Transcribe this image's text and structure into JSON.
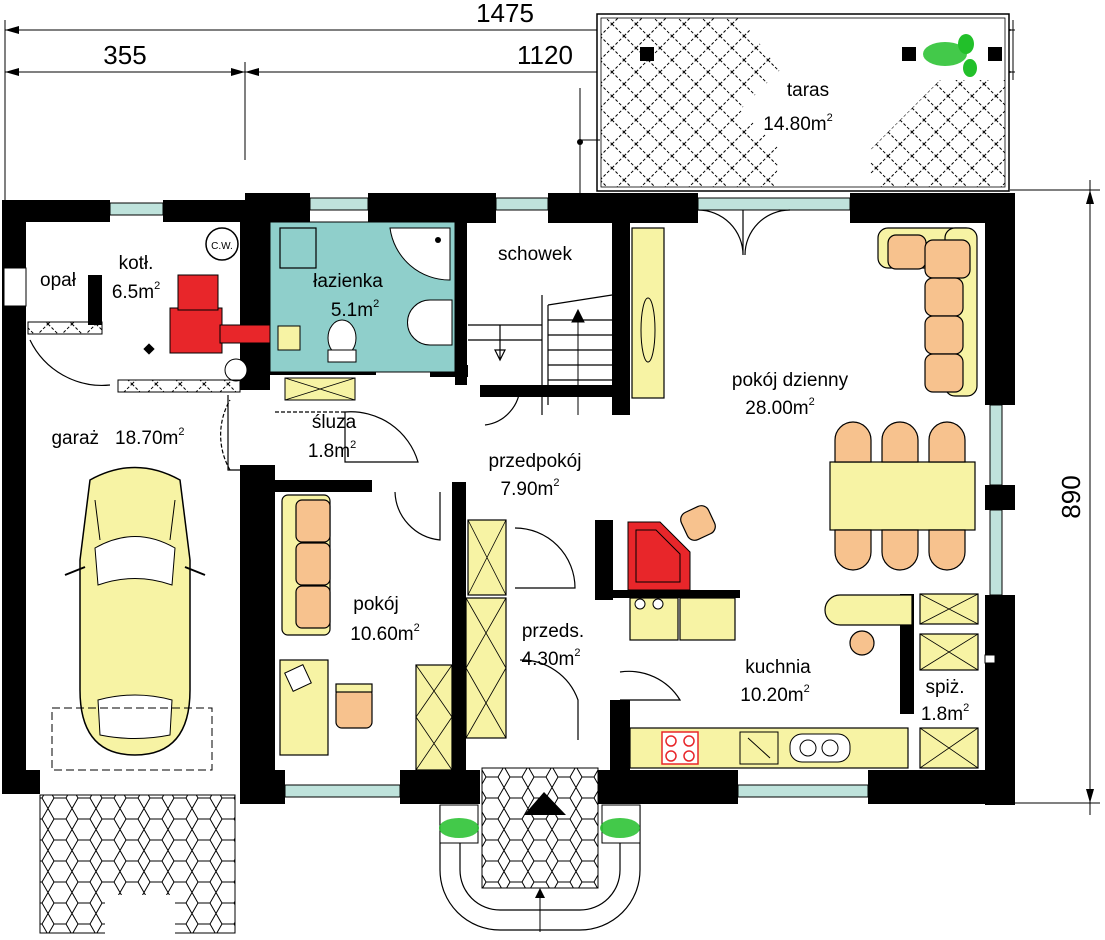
{
  "dimensions": {
    "total": "1475",
    "left": "355",
    "right": "1120",
    "height": "890"
  },
  "rooms": {
    "taras": {
      "name": "taras",
      "area": "14.80m",
      "sup": "2"
    },
    "kotl": {
      "name": "kotł.",
      "area": "6.5m",
      "sup": "2"
    },
    "opal": {
      "name": "opał"
    },
    "cw": "C.W.",
    "lazienka": {
      "name": "łazienka",
      "area": "5.1m",
      "sup": "2"
    },
    "schowek": {
      "name": "schowek"
    },
    "pokoj_dzienny": {
      "name": "pokój dzienny",
      "area": "28.00m",
      "sup": "2"
    },
    "garaz": {
      "name": "garaż",
      "area": "18.70m",
      "sup": "2"
    },
    "sluza": {
      "name": "śluza",
      "area": "1.8m",
      "sup": "2"
    },
    "przedpokoj": {
      "name": "przedpokój",
      "area": "7.90m",
      "sup": "2"
    },
    "pokoj": {
      "name": "pokój",
      "area": "10.60m",
      "sup": "2"
    },
    "przeds": {
      "name": "przeds.",
      "area": "4.30m",
      "sup": "2"
    },
    "kuchnia": {
      "name": "kuchnia",
      "area": "10.20m",
      "sup": "2"
    },
    "spiz": {
      "name": "spiż.",
      "area": "1.8m",
      "sup": "2"
    }
  },
  "colors": {
    "wall": "#000000",
    "furniture": "#f7f3a4",
    "cushion": "#f7c28e",
    "bathroom": "#8fcfcb",
    "boiler": "#e8262a",
    "window": "#bfe3dc",
    "plant": "#22c02a"
  }
}
